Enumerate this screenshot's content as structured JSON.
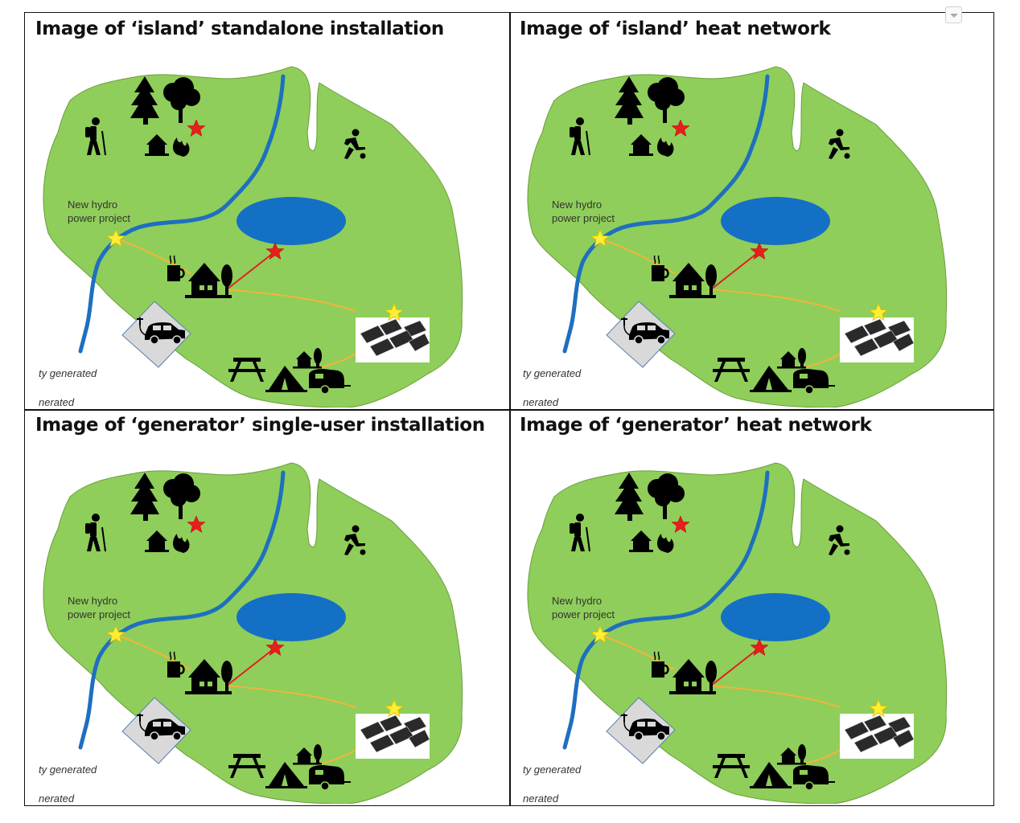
{
  "panels": [
    {
      "title": "Image of ‘island’ standalone installation"
    },
    {
      "title": "Image of ‘island’ heat network"
    },
    {
      "title": "Image of ‘generator’ single-user installation"
    },
    {
      "title": "Image of ‘generator’ heat network"
    }
  ],
  "map": {
    "hydro_label_line1": "New hydro",
    "hydro_label_line2": "power project",
    "caption_line1": "ty generated",
    "caption_line2": "nerated"
  },
  "colors": {
    "land": "#8fce5a",
    "land_border": "#6a9e3c",
    "river": "#1f6fc0",
    "lake": "#1370c4",
    "power_line": "#f3b43a",
    "heat_line": "#e02020",
    "star_yellow": "#ffee33",
    "star_red": "#e81d1d"
  },
  "icons": [
    "tree-icon",
    "hiker-icon",
    "house-icon",
    "fire-icon",
    "runner-icon",
    "cafe-icon",
    "ev-charging-car-icon",
    "solar-panel-icon",
    "picnic-table-icon",
    "tent-icon",
    "caravan-icon"
  ],
  "dropdown": {
    "icon": "chevron-down-icon"
  }
}
